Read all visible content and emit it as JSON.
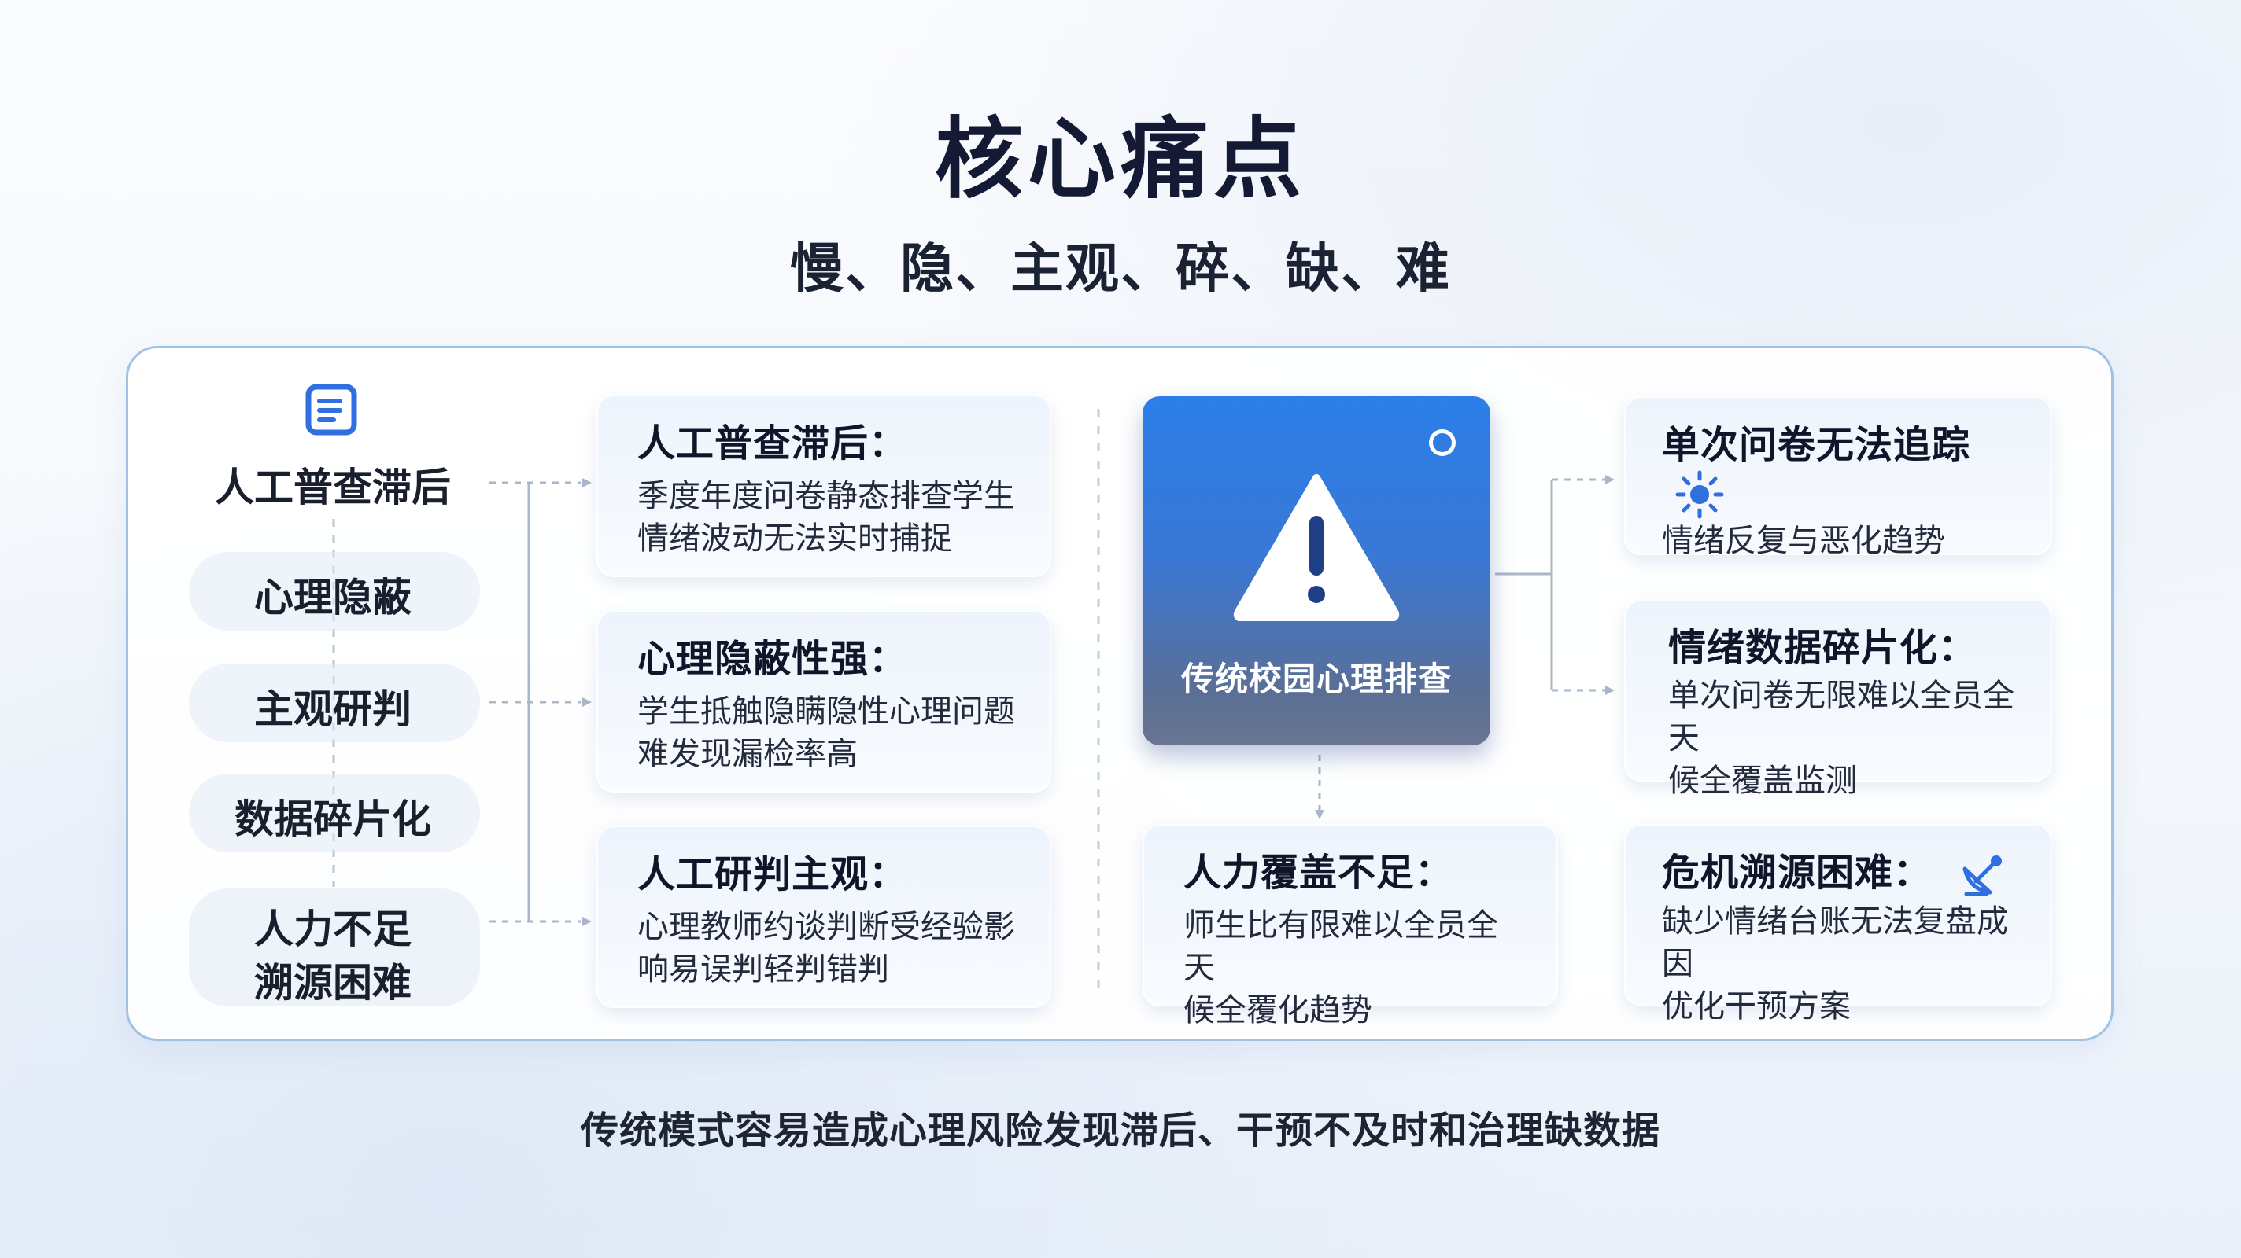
{
  "title": "核心痛点",
  "subtitle": "慢、隐、主观、碎、缺、难",
  "left_items": [
    "人工普查滞后",
    "心理隐蔽",
    "主观研判",
    "数据碎片化",
    "人力不足",
    "溯源困难"
  ],
  "cards": {
    "manual_census": {
      "title": "人工普查滞后：",
      "body_1": "季度年度问卷静态排查学生",
      "body_2": "情绪波动无法实时捕捉"
    },
    "hidden": {
      "title": "心理隐蔽性强：",
      "body_1": "学生抵触隐瞒隐性心理问题",
      "body_2": "难发现漏检率高"
    },
    "subjective": {
      "title": "人工研判主观：",
      "body_1": "心理教师约谈判断受经验影",
      "body_2": "响易误判轻判错判"
    },
    "manpower": {
      "title": "人力覆盖不足：",
      "body_1": "师生比有限难以全员全天",
      "body_2": "候全覆化趋势"
    },
    "single_survey": {
      "title": "单次问卷无法追踪",
      "body_1": "情绪反复与恶化趋势"
    },
    "fragmented": {
      "title": "情绪数据碎片化：",
      "body_1": "单次问卷无限难以全员全天",
      "body_2": "候全覆盖监测"
    },
    "trace": {
      "title": "危机溯源困难：",
      "body_1": "缺少情绪台账无法复盘成因",
      "body_2": "优化干预方案"
    }
  },
  "center": {
    "label": "传统校园心理排查",
    "icon": "warning-triangle-icon"
  },
  "footer": "传统模式容易造成心理风险发现滞后、干预不及时和治理缺数据",
  "colors": {
    "accent": "#2b7ee9",
    "panel_border": "#9fc1e4",
    "title": "#141a33"
  }
}
